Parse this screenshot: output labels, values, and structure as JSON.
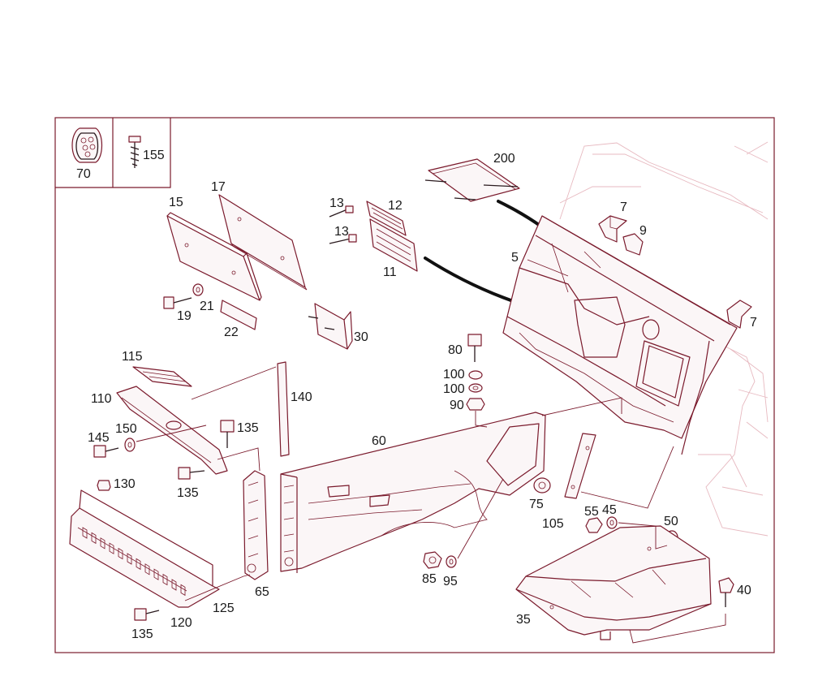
{
  "parts": [
    {
      "key": "p70",
      "label": "70"
    },
    {
      "key": "p155",
      "label": "155"
    },
    {
      "key": "p200",
      "label": "200"
    },
    {
      "key": "p17",
      "label": "17"
    },
    {
      "key": "p15",
      "label": "15"
    },
    {
      "key": "p13a",
      "label": "13"
    },
    {
      "key": "p12",
      "label": "12"
    },
    {
      "key": "p13b",
      "label": "13"
    },
    {
      "key": "p11",
      "label": "11"
    },
    {
      "key": "p7a",
      "label": "7"
    },
    {
      "key": "p9",
      "label": "9"
    },
    {
      "key": "p5",
      "label": "5"
    },
    {
      "key": "p7b",
      "label": "7"
    },
    {
      "key": "p19",
      "label": "19"
    },
    {
      "key": "p21",
      "label": "21"
    },
    {
      "key": "p22",
      "label": "22"
    },
    {
      "key": "p30",
      "label": "30"
    },
    {
      "key": "p80",
      "label": "80"
    },
    {
      "key": "p100a",
      "label": "100"
    },
    {
      "key": "p100b",
      "label": "100"
    },
    {
      "key": "p90",
      "label": "90"
    },
    {
      "key": "p115",
      "label": "115"
    },
    {
      "key": "p110",
      "label": "110"
    },
    {
      "key": "p140",
      "label": "140"
    },
    {
      "key": "p135a",
      "label": "135"
    },
    {
      "key": "p145",
      "label": "145"
    },
    {
      "key": "p150",
      "label": "150"
    },
    {
      "key": "p60",
      "label": "60"
    },
    {
      "key": "p135b",
      "label": "135"
    },
    {
      "key": "p130",
      "label": "130"
    },
    {
      "key": "p75",
      "label": "75"
    },
    {
      "key": "p55",
      "label": "55"
    },
    {
      "key": "p45",
      "label": "45"
    },
    {
      "key": "p50",
      "label": "50"
    },
    {
      "key": "p105",
      "label": "105"
    },
    {
      "key": "p40",
      "label": "40"
    },
    {
      "key": "p85",
      "label": "85"
    },
    {
      "key": "p95",
      "label": "95"
    },
    {
      "key": "p65",
      "label": "65"
    },
    {
      "key": "p125",
      "label": "125"
    },
    {
      "key": "p35",
      "label": "35"
    },
    {
      "key": "p120",
      "label": "120"
    },
    {
      "key": "p135c",
      "label": "135"
    }
  ]
}
